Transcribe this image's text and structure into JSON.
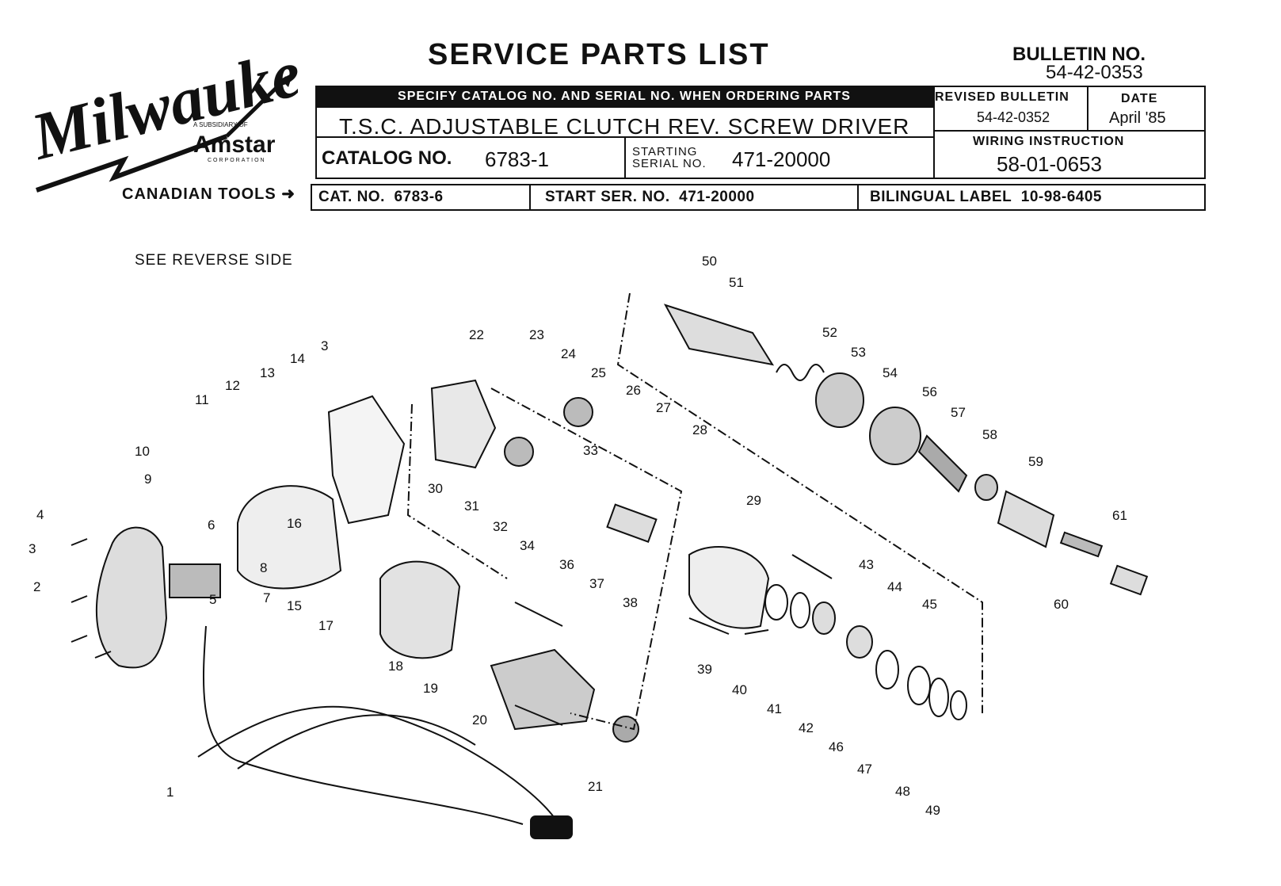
{
  "brand": {
    "logo_text": "Milwaukee",
    "subsidiary": "A SUBSIDIARY OF",
    "parent": "Amstar",
    "parent_sub": "CORPORATION"
  },
  "header": {
    "title": "SERVICE PARTS LIST",
    "bulletin_label": "BULLETIN NO.",
    "bulletin_no": "54-42-0353",
    "order_note": "SPECIFY CATALOG NO. AND SERIAL NO. WHEN ORDERING PARTS",
    "description": "T.S.C. ADJUSTABLE CLUTCH REV. SCREW DRIVER",
    "catalog_label": "CATALOG NO.",
    "catalog_no": "6783-1",
    "starting_label_1": "STARTING",
    "starting_label_2": "SERIAL NO.",
    "starting_serial": "471-20000",
    "revised_label": "REVISED BULLETIN",
    "revised_no": "54-42-0352",
    "date_label": "DATE",
    "date_value": "April '85",
    "wiring_label": "WIRING INSTRUCTION",
    "wiring_no": "58-01-0653"
  },
  "canadian": {
    "label": "CANADIAN TOOLS",
    "cat_label": "CAT. NO.",
    "cat_no": "6783-6",
    "start_label": "START SER. NO.",
    "start_no": "471-20000",
    "bilingual_label": "BILINGUAL LABEL",
    "bilingual_no": "10-98-6405"
  },
  "note": "SEE REVERSE SIDE",
  "part_numbers": [
    "1",
    "2",
    "3",
    "3",
    "4",
    "5",
    "6",
    "7",
    "8",
    "9",
    "10",
    "11",
    "12",
    "13",
    "14",
    "15",
    "16",
    "17",
    "18",
    "19",
    "20",
    "21",
    "22",
    "23",
    "24",
    "25",
    "26",
    "27",
    "28",
    "29",
    "30",
    "31",
    "32",
    "33",
    "34",
    "36",
    "37",
    "38",
    "39",
    "40",
    "41",
    "42",
    "43",
    "44",
    "45",
    "46",
    "47",
    "48",
    "49",
    "50",
    "51",
    "52",
    "53",
    "54",
    "56",
    "57",
    "58",
    "59",
    "60",
    "61"
  ]
}
